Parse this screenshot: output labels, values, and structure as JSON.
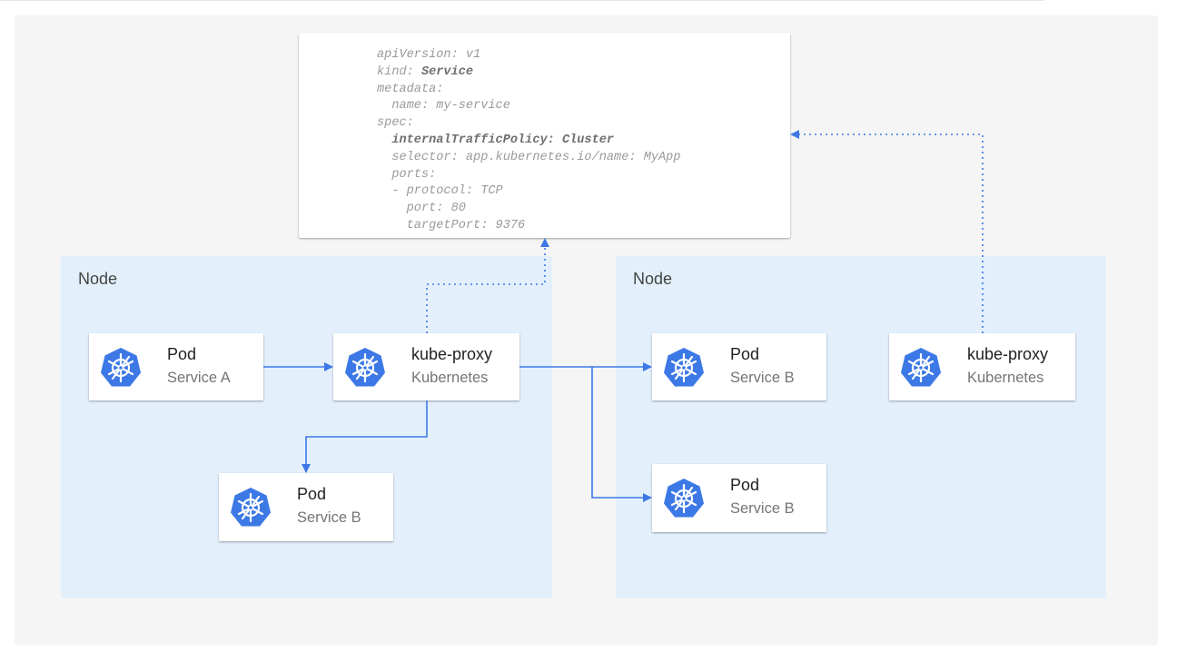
{
  "colors": {
    "accent": "#3c78e6",
    "node_bg": "#e3f0fc",
    "canvas_bg": "#f5f5f5"
  },
  "icon": "kubernetes-helm-icon",
  "yaml": {
    "lines": [
      {
        "indent": 0,
        "key": "apiVersion:",
        "value": " v1",
        "bold": false
      },
      {
        "indent": 0,
        "key": "kind:",
        "value": " Service",
        "bold": "value"
      },
      {
        "indent": 0,
        "key": "metadata:",
        "value": "",
        "bold": false
      },
      {
        "indent": 2,
        "key": "name:",
        "value": " my-service",
        "bold": false
      },
      {
        "indent": 0,
        "key": "spec:",
        "value": "",
        "bold": false
      },
      {
        "indent": 2,
        "key": "internalTrafficPolicy:",
        "value": " Cluster",
        "bold": "all"
      },
      {
        "indent": 2,
        "key": "selector:",
        "value": " app.kubernetes.io/name: MyApp",
        "bold": false
      },
      {
        "indent": 2,
        "key": "ports:",
        "value": "",
        "bold": false
      },
      {
        "indent": 2,
        "key": "- protocol:",
        "value": " TCP",
        "bold": false
      },
      {
        "indent": 4,
        "key": "port:",
        "value": " 80",
        "bold": false
      },
      {
        "indent": 4,
        "key": "targetPort:",
        "value": " 9376",
        "bold": false
      }
    ]
  },
  "nodes": [
    {
      "label": "Node",
      "cards": [
        {
          "title": "Pod",
          "subtitle": "Service A"
        },
        {
          "title": "kube-proxy",
          "subtitle": "Kubernetes"
        },
        {
          "title": "Pod",
          "subtitle": "Service B"
        }
      ]
    },
    {
      "label": "Node",
      "cards": [
        {
          "title": "Pod",
          "subtitle": "Service B"
        },
        {
          "title": "kube-proxy",
          "subtitle": "Kubernetes"
        },
        {
          "title": "Pod",
          "subtitle": "Service B"
        }
      ]
    }
  ]
}
